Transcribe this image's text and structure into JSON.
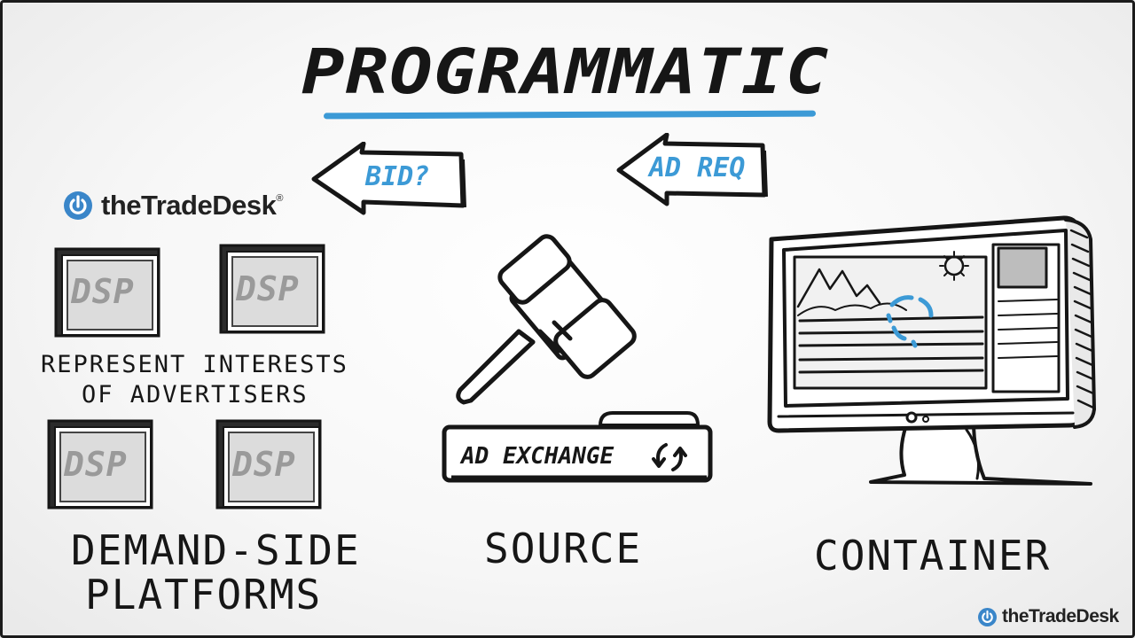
{
  "title": "PROGRAMMATIC",
  "arrows": {
    "bid": "BID?",
    "ad_req": "AD REQ"
  },
  "brand": {
    "name": "theTradeDesk",
    "reg": "®",
    "watermark": "theTradeDesk"
  },
  "dsp_label": "DSP",
  "dsp_caption": {
    "line1": "REPRESENT INTERESTS",
    "line2": "OF ADVERTISERS"
  },
  "columns": {
    "left": {
      "line1": "DEMAND-SIDE",
      "line2": "PLATFORMS"
    },
    "middle": "SOURCE",
    "right": "CONTAINER"
  },
  "exchange_label": "AD EXCHANGE",
  "colors": {
    "accent": "#3c9ad6",
    "ink": "#161616",
    "logo": "#3a86c9"
  }
}
